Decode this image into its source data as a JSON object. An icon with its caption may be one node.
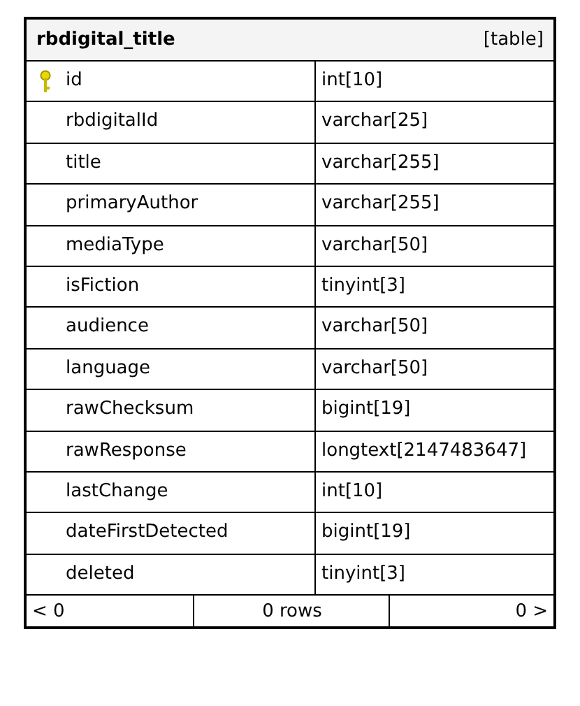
{
  "diagram": {
    "nodes": [
      {
        "text": [
          "rbdigital_title",
          "[table]"
        ]
      }
    ],
    "labels": [
      "id",
      "int[10]",
      "rbdigitalId",
      "varchar[25]",
      "title",
      "varchar[255]",
      "primaryAuthor",
      "varchar[255]",
      "mediaType",
      "varchar[50]",
      "isFiction",
      "tinyint[3]",
      "audience",
      "varchar[50]",
      "language",
      "varchar[50]",
      "rawChecksum",
      "bigint[19]",
      "rawResponse",
      "longtext[2147483647]",
      "lastChange",
      "int[10]",
      "dateFirstDetected",
      "bigint[19]",
      "deleted",
      "tinyint[3]",
      "< 0",
      "0 rows",
      "0 >"
    ]
  }
}
